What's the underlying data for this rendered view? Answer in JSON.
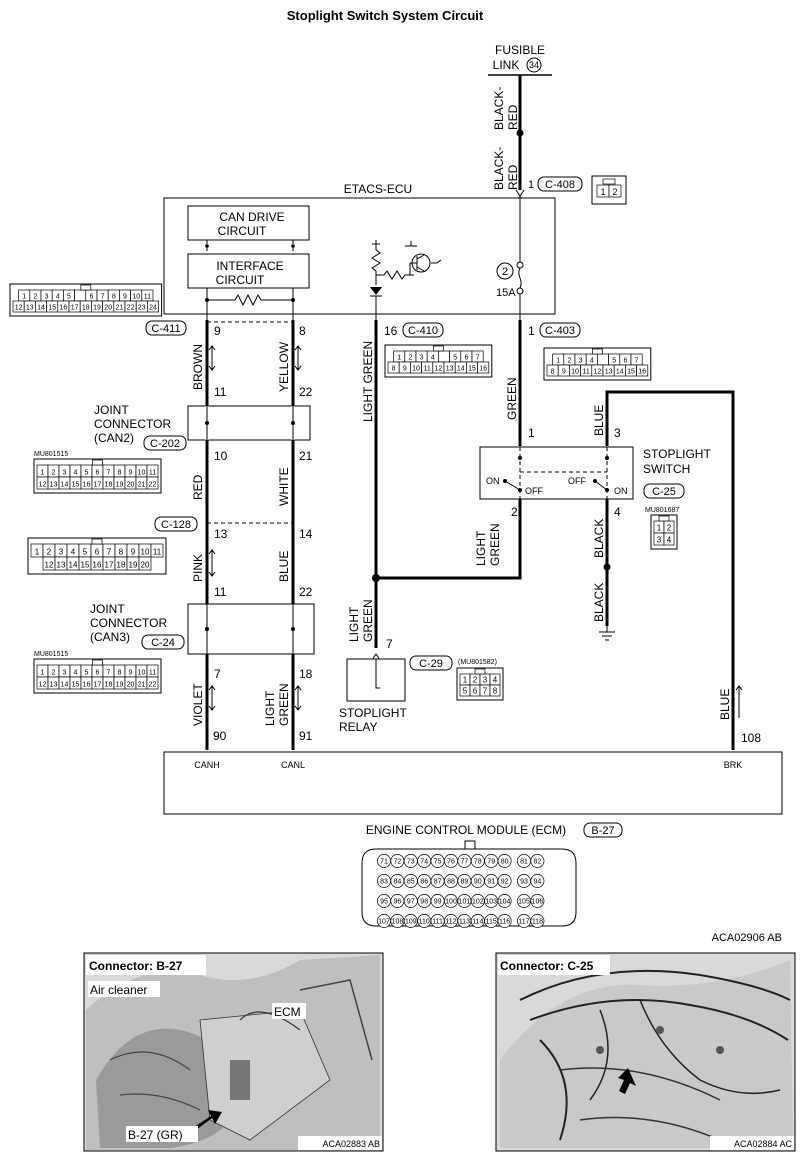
{
  "title": "Stoplight Switch System Circuit",
  "fusible_link": {
    "label_line1": "FUSIBLE",
    "label_line2": "LINK",
    "number": "34"
  },
  "etacs": {
    "title": "ETACS-ECU",
    "can_drive_line1": "CAN DRIVE",
    "can_drive_line2": "CIRCUIT",
    "interface_line1": "INTERFACE",
    "interface_line2": "CIRCUIT",
    "fuse_number": "2",
    "fuse_rating": "15A"
  },
  "connectors": {
    "c408": "C-408",
    "c411": "C-411",
    "c410": "C-410",
    "c403": "C-403",
    "c202": "C-202",
    "c128": "C-128",
    "c24": "C-24",
    "c29": "C-29",
    "c25": "C-25",
    "b27": "B-27"
  },
  "part_numbers": {
    "joint_can2": "MU801515",
    "joint_can3": "MU801515",
    "relay": "(MU801582)",
    "switch": "MU801687"
  },
  "wires": {
    "black_red_top_1": "BLACK-",
    "black_red_top_2": "RED",
    "black_red_bot_1": "BLACK-",
    "black_red_bot_2": "RED",
    "brown": "BROWN",
    "yellow": "YELLOW",
    "light_green_etacs": "LIGHT GREEN",
    "green": "GREEN",
    "blue_switch": "BLUE",
    "red": "RED",
    "white": "WHITE",
    "pink": "PINK",
    "blue_can": "BLUE",
    "violet": "VIOLET",
    "light_green_canl_1": "LIGHT",
    "light_green_canl_2": "GREEN",
    "light_green_sw_1": "LIGHT",
    "light_green_sw_2": "GREEN",
    "black_1": "BLACK",
    "black_2": "BLACK",
    "light_green_relay_1": "LIGHT",
    "light_green_relay_2": "GREEN",
    "blue_ecm": "BLUE"
  },
  "pins": {
    "p1_c408": "1",
    "p9": "9",
    "p8": "8",
    "p16": "16",
    "p1_c403": "1",
    "p11a": "11",
    "p22a": "22",
    "p10": "10",
    "p21": "21",
    "p13": "13",
    "p14": "14",
    "p11b": "11",
    "p22b": "22",
    "p7a": "7",
    "p18": "18",
    "p90": "90",
    "p91": "91",
    "p108": "108",
    "sw1": "1",
    "sw3": "3",
    "sw2": "2",
    "sw4": "4",
    "relay7": "7"
  },
  "joint_can2": {
    "line1": "JOINT",
    "line2": "CONNECTOR",
    "line3": "(CAN2)"
  },
  "joint_can3": {
    "line1": "JOINT",
    "line2": "CONNECTOR",
    "line3": "(CAN3)"
  },
  "switch": {
    "line1": "STOPLIGHT",
    "line2": "SWITCH",
    "on_left": "ON",
    "off_left": "OFF",
    "off_right": "OFF",
    "on_right": "ON"
  },
  "relay": {
    "line1": "STOPLIGHT",
    "line2": "RELAY"
  },
  "ecm": {
    "title": "ENGINE CONTROL MODULE (ECM)",
    "canh": "CANH",
    "canl": "CANL",
    "brk": "BRK"
  },
  "ecm_pins": [
    [
      "71",
      "72",
      "73",
      "74",
      "75",
      "76",
      "77",
      "78",
      "79",
      "80",
      "81",
      "82"
    ],
    [
      "83",
      "84",
      "85",
      "86",
      "87",
      "88",
      "89",
      "90",
      "91",
      "92",
      "93",
      "94"
    ],
    [
      "95",
      "96",
      "97",
      "98",
      "99",
      "100",
      "101",
      "102",
      "103",
      "104",
      "105",
      "106"
    ],
    [
      "107",
      "108",
      "109",
      "110",
      "111",
      "112",
      "113",
      "114",
      "115",
      "116",
      "117",
      "118"
    ]
  ],
  "conn_pins": {
    "etacs_left": [
      [
        "1",
        "2",
        "3",
        "4",
        "5",
        "",
        "6",
        "7",
        "8",
        "9",
        "10",
        "11"
      ],
      [
        "12",
        "13",
        "14",
        "15",
        "16",
        "17",
        "18",
        "19",
        "20",
        "21",
        "22",
        "23",
        "24"
      ]
    ],
    "c410": [
      [
        "1",
        "2",
        "3",
        "4",
        "",
        "5",
        "6",
        "7"
      ],
      [
        "8",
        "9",
        "10",
        "11",
        "12",
        "13",
        "14",
        "15",
        "16"
      ]
    ],
    "c403": [
      [
        "1",
        "2",
        "3",
        "4",
        "",
        "5",
        "6",
        "7"
      ],
      [
        "8",
        "9",
        "10",
        "11",
        "12",
        "13",
        "14",
        "15",
        "16"
      ]
    ],
    "c408": [
      "1",
      "2"
    ],
    "joint22": [
      [
        "1",
        "2",
        "3",
        "4",
        "5",
        "6",
        "7",
        "8",
        "9",
        "10",
        "11"
      ],
      [
        "12",
        "13",
        "14",
        "15",
        "16",
        "17",
        "18",
        "19",
        "20",
        "21",
        "22"
      ]
    ],
    "c128": [
      [
        "1",
        "2",
        "3",
        "4",
        "5",
        "6",
        "7",
        "8",
        "9",
        "10",
        "11"
      ],
      [
        "12",
        "13",
        "14",
        "15",
        "16",
        "17",
        "18",
        "19",
        "20"
      ]
    ],
    "c29": [
      [
        "1",
        "2",
        "3",
        "4"
      ],
      [
        "5",
        "6",
        "7",
        "8"
      ]
    ],
    "c25": [
      [
        "1",
        "2"
      ],
      [
        "3",
        "4"
      ]
    ]
  },
  "figure_code": "ACA02906 AB",
  "photo_left": {
    "title": "Connector: B-27",
    "air_cleaner": "Air cleaner",
    "ecm": "ECM",
    "callout": "B-27 (GR)",
    "code": "ACA02883 AB"
  },
  "photo_right": {
    "title": "Connector: C-25",
    "code": "ACA02884 AC"
  }
}
